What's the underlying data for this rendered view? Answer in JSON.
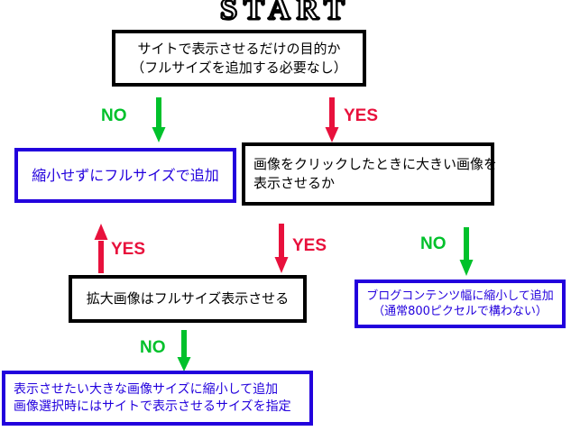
{
  "title": "START",
  "colors": {
    "black_box_border": "#000000",
    "blue_box_border": "#2200dd",
    "blue_text": "#2200dd",
    "yes_arrow": "#e8113c",
    "no_arrow": "#00c12b",
    "background": "#ffffff"
  },
  "nodes": {
    "q_purpose": {
      "kind": "decision",
      "line1": "サイトで表示させるだけの目的か",
      "line2": "（フルサイズを追加する必要なし）"
    },
    "a_fullsize": {
      "kind": "result",
      "line1": "縮小せずにフルサイズで追加"
    },
    "q_clicklarge": {
      "kind": "decision",
      "line1": "画像をクリックしたときに大きい画像を",
      "line2": "表示させるか"
    },
    "q_enlarged_fullsize": {
      "kind": "decision",
      "line1": "拡大画像はフルサイズ表示させる"
    },
    "a_blogwidth": {
      "kind": "result",
      "line1": "ブログコンテンツ幅に縮小して追加",
      "line2": "（通常800ピクセルで構わない）"
    },
    "a_shrink_specify": {
      "kind": "result",
      "line1": "表示させたい大きな画像サイズに縮小して追加",
      "line2": "画像選択時にはサイトで表示させるサイズを指定"
    }
  },
  "edges": {
    "purpose_no": "NO",
    "purpose_yes": "YES",
    "clicklarge_yes": "YES",
    "clicklarge_no": "NO",
    "enlarged_yes": "YES",
    "enlarged_no": "NO"
  }
}
